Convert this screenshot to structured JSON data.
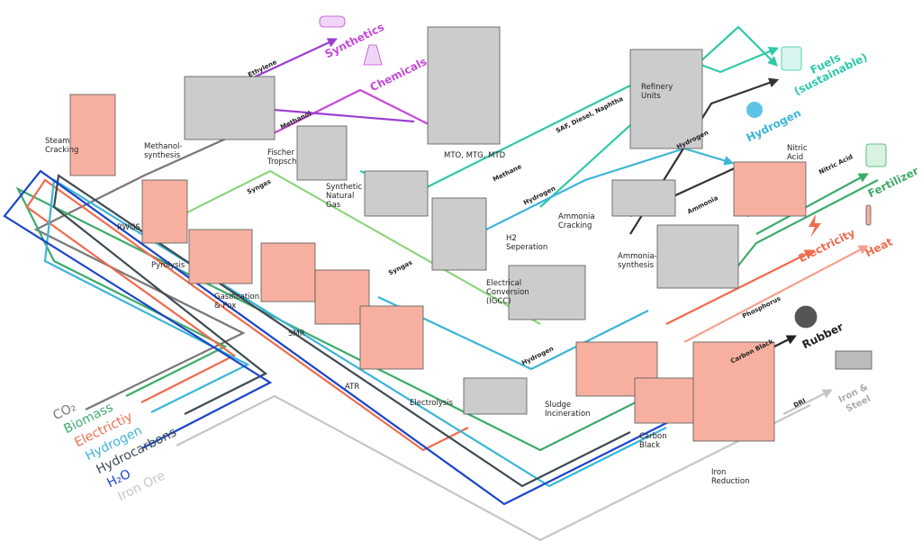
{
  "colors": {
    "co2": "#777777",
    "biomass": "#3daa6c",
    "electricity": "#ef6b4e",
    "hydrogen": "#3bb5d8",
    "hydrocarbons": "#3e4a52",
    "h2o": "#1a44c8",
    "iron_ore": "#c3c6c8",
    "chemicals": "#c548d8",
    "fuels": "#2ec9a8",
    "plant_gray": "#b8b8b8",
    "plant_salmon": "#f7b0a0"
  },
  "inputs": [
    "CO₂",
    "Biomass",
    "Electrictiy",
    "Hydrogen",
    "Hydrocarbons",
    "H₂O",
    "Iron Ore"
  ],
  "processes": {
    "steam_cracking": "Steam\nCracking",
    "methanol_synthesis": "Methanol-\nsynthesis",
    "rwgs": "RWGS",
    "pyrolysis": "Pyrolysis",
    "gasification": "Gasification\n& Pox",
    "smr": "SMR",
    "atr": "ATR",
    "electrolysis": "Electrolysis",
    "fischer_tropsch": "Fischer\nTropsch",
    "sng": "Synthetic\nNatural\nGas",
    "mto": "MTO, MTG, MTD",
    "h2_separation": "H2\nSeperation",
    "igcc": "Electrical\nConversion\n(IGCC)",
    "refinery": "Refinery\nUnits",
    "ammonia_cracking": "Ammonia\nCracking",
    "ammonia_synthesis": "Ammonia-\nsynthesis",
    "nitric_acid": "Nitric\nAcid",
    "sludge": "Sludge\nIncineration",
    "carbon_black": "Carbon\nBlack",
    "iron_reduction": "Iron\nReduction"
  },
  "flows": {
    "ethylene": "Ethylene",
    "methanol": "Methanol",
    "syngas1": "Syngas",
    "syngas2": "Syngas",
    "methane": "Methane",
    "saf": "SAF, Diesel, Naphtha",
    "hydrogen1": "Hydrogen",
    "hydrogen2": "Hydrogen",
    "hydrogen3": "Hydrogen",
    "ammonia": "Ammonia",
    "nitric_acid": "Nitric Acid",
    "phosphorus": "Phosphorus",
    "carbon_black": "Carbon Black",
    "dri": "DRI"
  },
  "outputs": {
    "synthetics": "Synthetics",
    "chemicals": "Chemicals",
    "fuels": "Fuels\n(sustainable)",
    "hydrogen": "Hydrogen",
    "fertilizer": "Fertilizer",
    "electricity": "Electricity",
    "heat": "Heat",
    "rubber": "Rubber",
    "iron_steel": "Iron &\nSteel"
  }
}
